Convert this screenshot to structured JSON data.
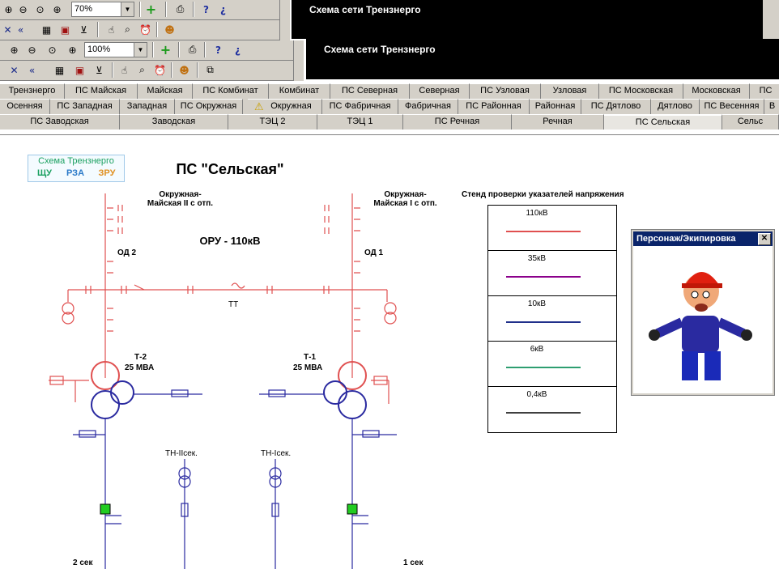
{
  "toolbar1": {
    "zoom": "70%"
  },
  "toolbar2": {
    "zoom": "100%"
  },
  "windows": [
    {
      "title": "Схема сети Трензнерго"
    },
    {
      "title": "Схема сети Трензнерго"
    }
  ],
  "tabs_row1": [
    "Трензнерго",
    "ПС Майская",
    "Майская",
    "ПС Комбинат",
    "Комбинат",
    "ПС Северная",
    "Северная",
    "ПС Узловая",
    "Узловая",
    "ПС Московская",
    "Московская",
    "ПС"
  ],
  "tabs_row2": [
    "Осенняя",
    "ПС Западная",
    "Западная",
    "ПС Окружная",
    "Окружная",
    "ПС Фабричная",
    "Фабричная",
    "ПС Районная",
    "Районная",
    "ПС Дятлово",
    "Дятлово",
    "ПС Весенняя",
    "В"
  ],
  "tabs_row3": [
    "ПС Заводская",
    "Заводская",
    "ТЭЦ 2",
    "ТЭЦ 1",
    "ПС Речная",
    "Речная",
    "ПС Сельская",
    "Сельс"
  ],
  "mini_nav": {
    "title": "Схема Трензнерго",
    "buttons": [
      "ЩУ",
      "РЗА",
      "ЗРУ"
    ]
  },
  "diagram": {
    "title": "ПС \"Сельская\"",
    "oru": "ОРУ - 110кВ",
    "line_left": "Окружная-\nМайская II с отп.",
    "line_right": "Окружная-\nМайская I с отп.",
    "od2": "ОД 2",
    "od1": "ОД 1",
    "tt": "ТТ",
    "t2_name": "Т-2",
    "t2_power": "25 МВА",
    "t1_name": "Т-1",
    "t1_power": "25 МВА",
    "tn2": "ТН-IIсек.",
    "tn1": "ТН-Iсек.",
    "sec2": "2 сек",
    "sec1": "1 сек"
  },
  "legend": {
    "title": "Стенд проверки указателей напряжения",
    "items": [
      {
        "label": "110кВ",
        "color": "#e05050"
      },
      {
        "label": "35кВ",
        "color": "#8b008b"
      },
      {
        "label": "10кВ",
        "color": "#20308a"
      },
      {
        "label": "6кВ",
        "color": "#2e9e70"
      },
      {
        "label": "0,4кВ",
        "color": "#404040"
      }
    ]
  },
  "popup": {
    "title": "Персонаж/Экипировка",
    "close": "✕"
  },
  "colors": {
    "hv": "#e05050",
    "mv": "#2a2aa0",
    "breaker_on": "#22cc22"
  }
}
